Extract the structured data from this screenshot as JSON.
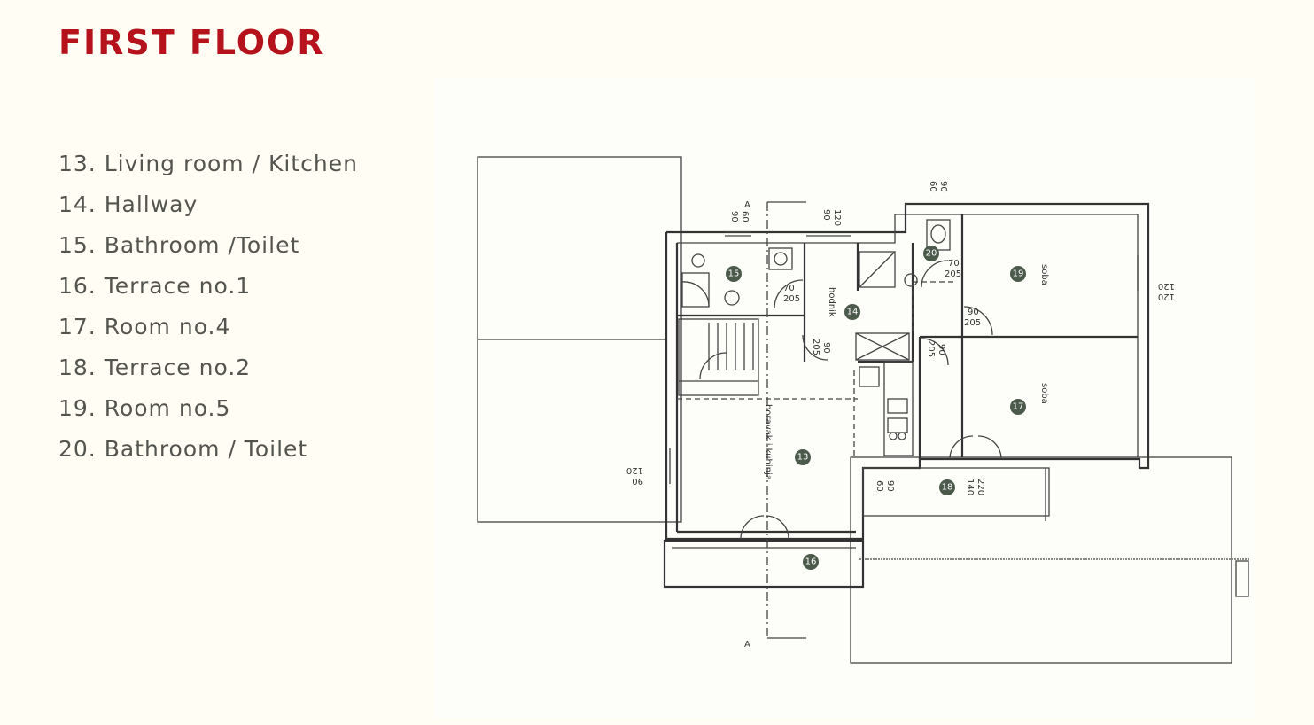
{
  "title": "FIRST FLOOR",
  "rooms": [
    "13. Living room / Kitchen",
    "14. Hallway",
    "15. Bathroom /Toilet",
    "16. Terrace no.1",
    "17. Room no.4",
    "18. Terrace no.2",
    "19. Room no.5",
    "20. Bathroom / Toilet"
  ],
  "plan": {
    "section_mark": "A",
    "markers": [
      "13",
      "14",
      "15",
      "16",
      "17",
      "18",
      "19",
      "20"
    ],
    "room_labels": {
      "hallway": "hodnik",
      "living": "boravak i kuhinja",
      "room_a": "soba",
      "room_b": "soba"
    },
    "dims": {
      "d90_120_top": [
        "90",
        "120"
      ],
      "d90_60_top_left": [
        "90",
        "60"
      ],
      "d90_60_top_right": [
        "60",
        "90"
      ],
      "d70_205_a": [
        "70",
        "205"
      ],
      "d70_205_b": [
        "70",
        "205"
      ],
      "d90_205": [
        "90",
        "205"
      ],
      "d90_205_stair": [
        "90",
        "205"
      ],
      "d90_205_room": [
        "90",
        "205"
      ],
      "d120_90_left": [
        "120",
        "90"
      ],
      "d120_120_right": [
        "120",
        "120"
      ],
      "d60_90_terrace": [
        "60",
        "90"
      ],
      "d140_220": [
        "140",
        "220"
      ]
    }
  }
}
